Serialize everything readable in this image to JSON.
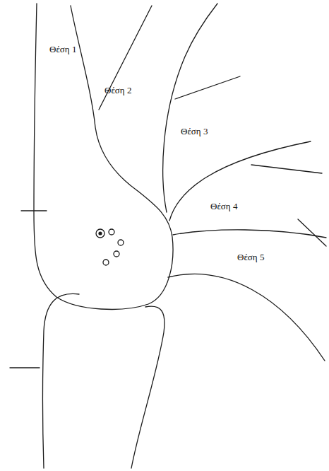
{
  "diagram": {
    "labels": [
      "Θέση 1",
      "Θέση 2",
      "Θέση 3",
      "Θέση 4",
      "Θέση 5"
    ]
  }
}
